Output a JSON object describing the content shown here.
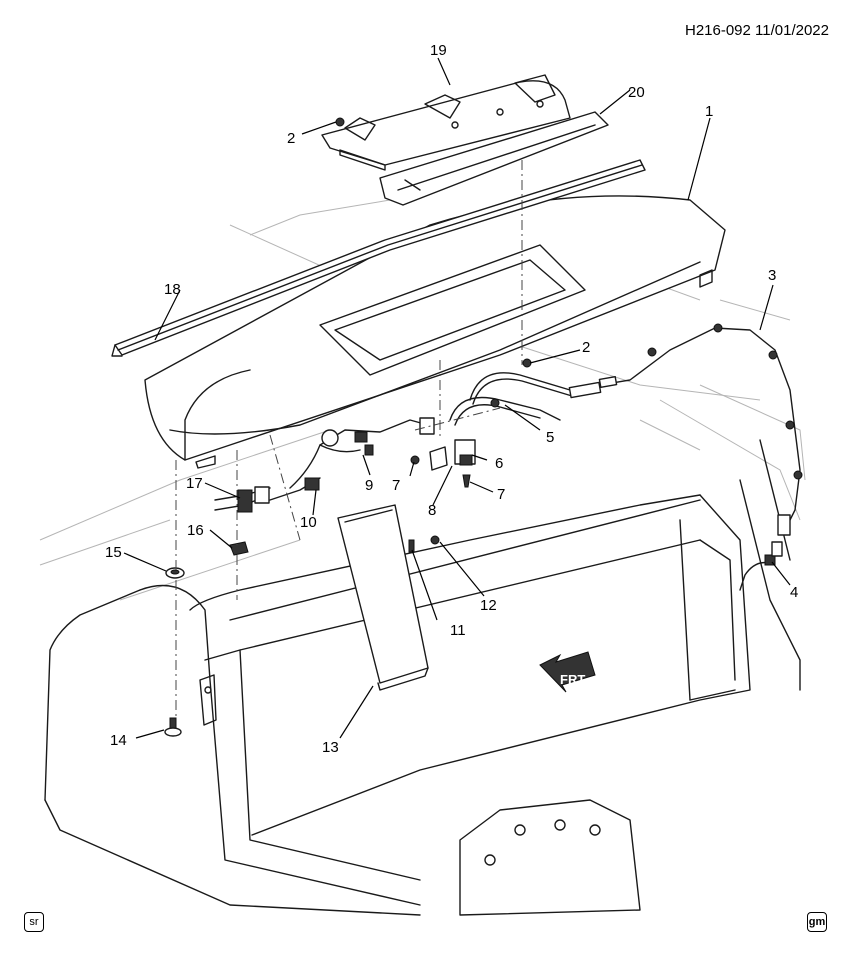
{
  "header": {
    "reference": "H216-092  11/01/2022"
  },
  "callouts": [
    "1",
    "2",
    "2",
    "3",
    "4",
    "5",
    "6",
    "7",
    "7",
    "8",
    "9",
    "10",
    "11",
    "12",
    "13",
    "14",
    "15",
    "16",
    "17",
    "18",
    "19",
    "20"
  ],
  "direction_label": "FRT",
  "badges": {
    "left": "sr",
    "right": "gm"
  }
}
